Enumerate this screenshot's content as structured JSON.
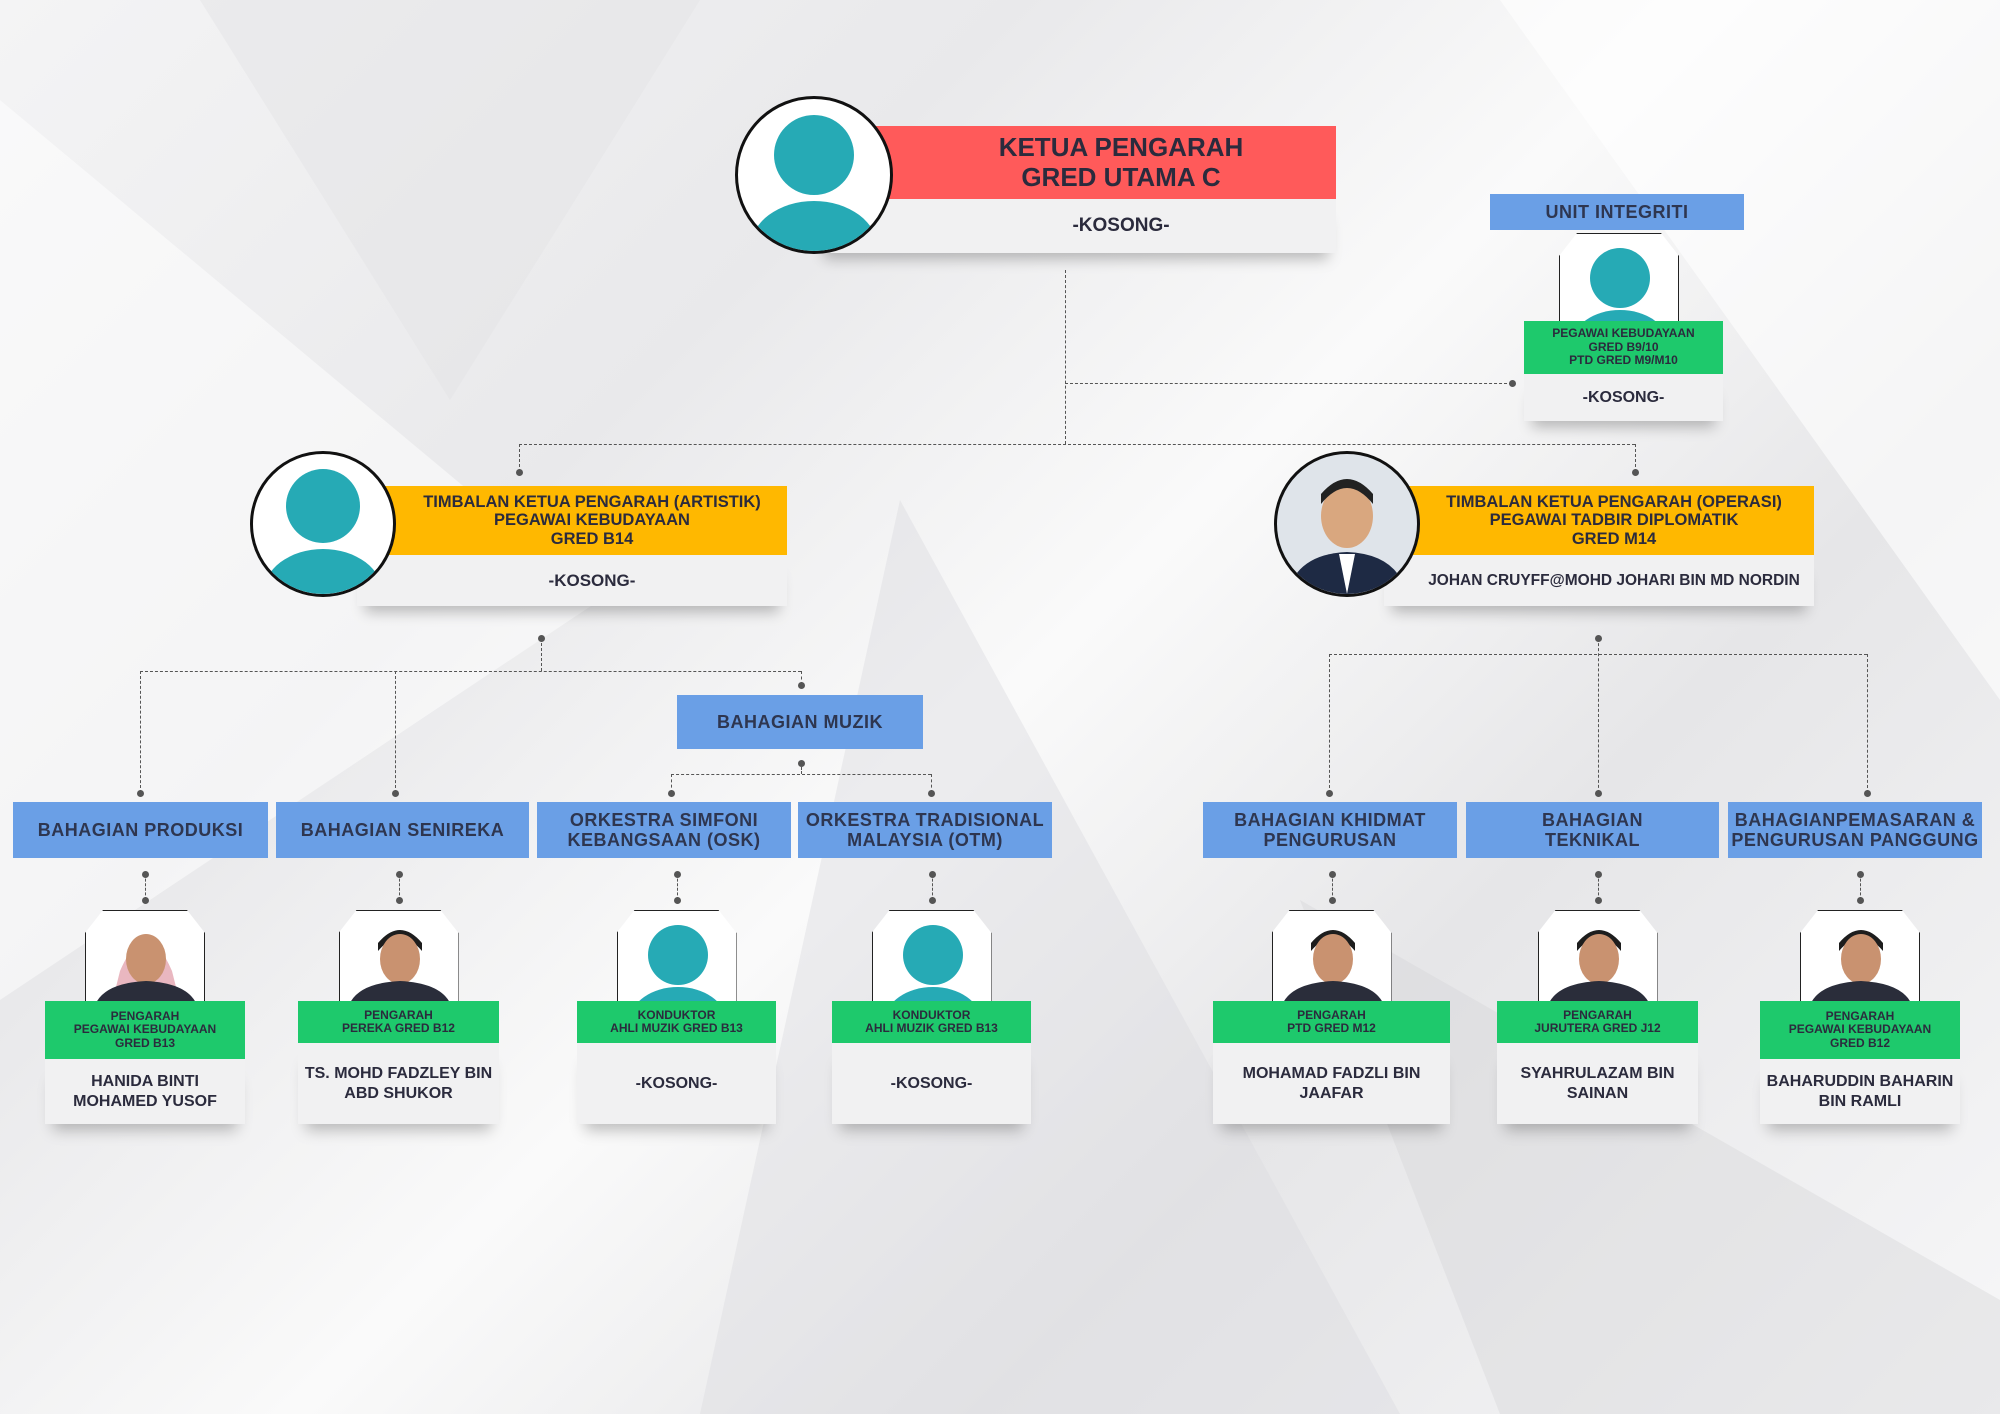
{
  "top": {
    "title_line1": "KETUA PENGARAH",
    "title_line2": "GRED UTAMA C",
    "name": "-KOSONG-"
  },
  "integriti": {
    "unit": "UNIT INTEGRITI",
    "role_line1": "PEGAWAI KEBUDAYAAN",
    "role_line2": "GRED B9/10",
    "role_line3": "PTD GRED M9/M10",
    "name": "-KOSONG-"
  },
  "deputy_left": {
    "line1": "TIMBALAN KETUA PENGARAH (ARTISTIK)",
    "line2": "PEGAWAI KEBUDAYAAN",
    "line3": "GRED B14",
    "name": "-KOSONG-"
  },
  "deputy_right": {
    "line1": "TIMBALAN KETUA PENGARAH (OPERASI)",
    "line2": "PEGAWAI TADBIR DIPLOMATIK",
    "line3": "GRED M14",
    "name": "JOHAN CRUYFF@MOHD JOHARI BIN MD NORDIN"
  },
  "bahagian_muzik": "BAHAGIAN MUZIK",
  "units": [
    {
      "dept": [
        "BAHAGIAN PRODUKSI"
      ],
      "role": [
        "PENGARAH",
        "PEGAWAI KEBUDAYAAN",
        "GRED B13"
      ],
      "name": [
        "HANIDA BINTI",
        "MOHAMED YUSOF"
      ],
      "photo": "female-photo"
    },
    {
      "dept": [
        "BAHAGIAN SENIREKA"
      ],
      "role": [
        "PENGARAH",
        "PEREKA GRED B12"
      ],
      "name": [
        "TS. MOHD FADZLEY BIN",
        "ABD SHUKOR"
      ],
      "photo": "male-photo"
    },
    {
      "dept": [
        "ORKESTRA SIMFONI",
        "KEBANGSAAN (OSK)"
      ],
      "role": [
        "KONDUKTOR",
        "AHLI MUZIK GRED B13"
      ],
      "name": [
        "-KOSONG-"
      ],
      "photo": "avatar"
    },
    {
      "dept": [
        "ORKESTRA TRADISIONAL",
        "MALAYSIA (OTM)"
      ],
      "role": [
        "KONDUKTOR",
        "AHLI MUZIK GRED B13"
      ],
      "name": [
        "-KOSONG-"
      ],
      "photo": "avatar"
    },
    {
      "dept": [
        "BAHAGIAN KHIDMAT",
        "PENGURUSAN"
      ],
      "role": [
        "PENGARAH",
        "PTD GRED M12"
      ],
      "name": [
        "MOHAMAD FADZLI BIN",
        "JAAFAR"
      ],
      "photo": "male-photo"
    },
    {
      "dept": [
        "BAHAGIAN",
        "TEKNIKAL"
      ],
      "role": [
        "PENGARAH",
        "JURUTERA GRED J12"
      ],
      "name": [
        "SYAHRULAZAM BIN",
        "SAINAN"
      ],
      "photo": "male-photo"
    },
    {
      "dept": [
        "BAHAGIANPEMASARAN &",
        "PENGURUSAN PANGGUNG"
      ],
      "role": [
        "PENGARAH",
        "PEGAWAI KEBUDAYAAN",
        "GRED B12"
      ],
      "name": [
        "BAHARUDDIN BAHARIN",
        "BIN RAMLI"
      ],
      "photo": "male-photo"
    }
  ],
  "colors": {
    "red": "#ff5a5a",
    "yellow": "#ffb800",
    "blue": "#6a9fe6",
    "green": "#1ec96c",
    "teal": "#26aab5"
  }
}
